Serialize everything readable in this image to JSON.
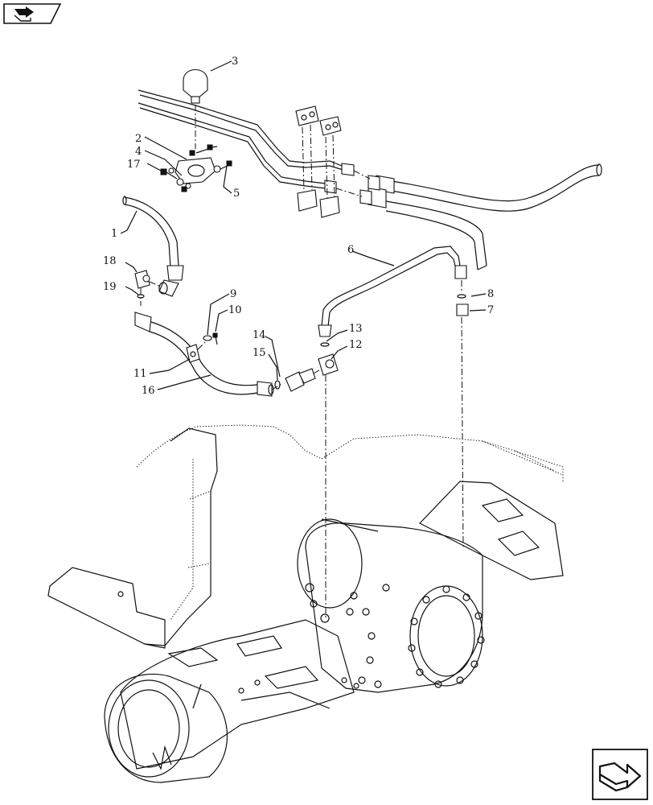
{
  "callouts": [
    {
      "id": "c1",
      "text": "1"
    },
    {
      "id": "c2",
      "text": "2"
    },
    {
      "id": "c3",
      "text": "3"
    },
    {
      "id": "c4",
      "text": "4"
    },
    {
      "id": "c5",
      "text": "5"
    },
    {
      "id": "c6",
      "text": "6"
    },
    {
      "id": "c7",
      "text": "7"
    },
    {
      "id": "c8",
      "text": "8"
    },
    {
      "id": "c9",
      "text": "9"
    },
    {
      "id": "c10",
      "text": "10"
    },
    {
      "id": "c11",
      "text": "11"
    },
    {
      "id": "c12",
      "text": "12"
    },
    {
      "id": "c13",
      "text": "13"
    },
    {
      "id": "c14",
      "text": "14"
    },
    {
      "id": "c15",
      "text": "15"
    },
    {
      "id": "c16",
      "text": "16"
    },
    {
      "id": "c17",
      "text": "17"
    },
    {
      "id": "c18",
      "text": "18"
    },
    {
      "id": "c19",
      "text": "19"
    }
  ],
  "nav": {
    "top_icon": "forward-arrow-icon",
    "bottom_icon": "next-page-arrow-icon"
  }
}
